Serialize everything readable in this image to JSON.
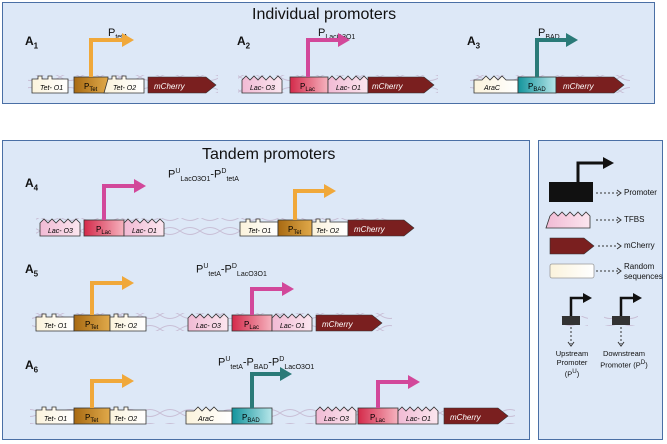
{
  "individual": {
    "title": "Individual promoters",
    "A1": {
      "label": "A",
      "sub": "1",
      "promoter": "P",
      "promoter_sub": "tetA",
      "parts": [
        "Tet- O1",
        "P",
        "Tet",
        "Tet- O2",
        "mCherry"
      ]
    },
    "A2": {
      "label": "A",
      "sub": "2",
      "promoter": "P",
      "promoter_sub": "LacO3O1",
      "parts": [
        "Lac- O3",
        "P",
        "Lac",
        "Lac- O1",
        "mCherry"
      ]
    },
    "A3": {
      "label": "A",
      "sub": "3",
      "promoter": "P",
      "promoter_sub": "BAD",
      "parts": [
        "AraC",
        "P",
        "BAD",
        "mCherry"
      ]
    }
  },
  "tandem": {
    "title": "Tandem promoters",
    "A4": {
      "label": "A",
      "sub": "4",
      "t1": "P",
      "s1": "U",
      "s1b": "LacO3O1",
      "t2": "-P",
      "s2": "D",
      "s2b": "tetA"
    },
    "A5": {
      "label": "A",
      "sub": "5",
      "t1": "P",
      "s1": "U",
      "s1b": "tetA",
      "t2": "-P",
      "s2": "D",
      "s2b": "LacO3O1"
    },
    "A6": {
      "label": "A",
      "sub": "6",
      "t1": "P",
      "s1": "U",
      "s1b": "tetA",
      "t2": "-P",
      "s2b2": "BAD",
      "t3": "-P",
      "s3": "D",
      "s3b": "LacO3O1"
    }
  },
  "legend": {
    "promoter": "Promoter",
    "tfbs": "TFBS",
    "mcherry": "mCherry",
    "random": "Random sequences",
    "upstream": "Upstream Promoter (P",
    "upstream_sup": "U",
    "downstream": "Downstream Promoter (P",
    "downstream_sup": "D",
    "close": ")"
  },
  "colors": {
    "panel_bg": "#dde8f7",
    "tet": "#c98a1e",
    "tet_arrow": "#f0a83a",
    "lac": "#e03a5a",
    "lac_arrow": "#d2489a",
    "bad": "#1aa8b0",
    "bad_arrow": "#2a7a78",
    "mcherry": "#7a1f1f",
    "tfbs_fill": "#f4c8de",
    "random_fill": "#fbf5e6"
  }
}
